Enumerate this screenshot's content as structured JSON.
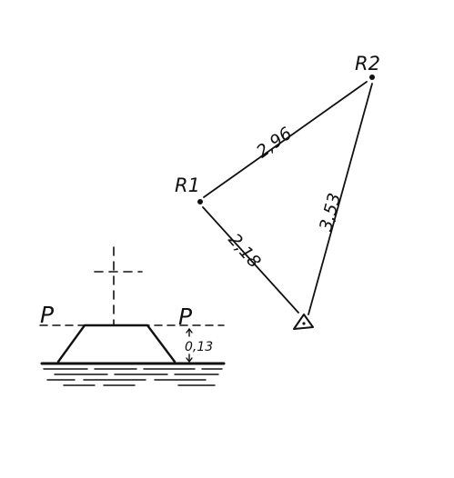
{
  "points": {
    "r1": "R1",
    "r2": "R2"
  },
  "distances": {
    "r1_r2": "2,96",
    "r2_station": "3,53",
    "r1_station": "2,18"
  },
  "benchmark": {
    "left_label": "P",
    "right_label": "P",
    "height": "0,13"
  },
  "colors": {
    "ink": "#111111",
    "paper": "#ffffff"
  }
}
